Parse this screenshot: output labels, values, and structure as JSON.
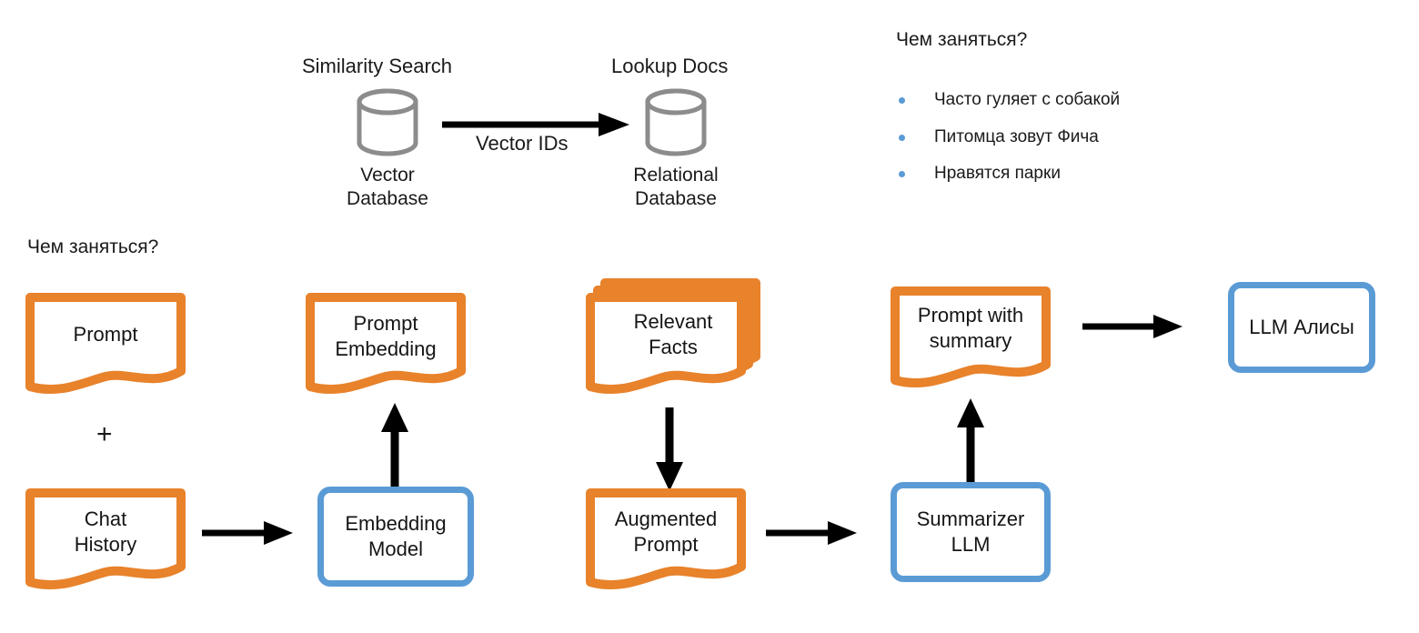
{
  "diagram": {
    "title": "RAG pipeline with summarizer",
    "colors": {
      "orange": "#E8822B",
      "blue": "#5B9BD5",
      "gray": "#8C8C8C",
      "arrow": "#000000",
      "text": "#1A1A1A"
    }
  },
  "retrieval": {
    "similarity_search_label": "Similarity Search",
    "lookup_docs_label": "Lookup Docs",
    "vector_db_caption_line1": "Vector",
    "vector_db_caption_line2": "Database",
    "relational_db_caption_line1": "Relational",
    "relational_db_caption_line2": "Database",
    "arrow_label": "Vector IDs",
    "vector_db_icon": "database-cylinder-icon",
    "relational_db_icon": "database-cylinder-icon"
  },
  "facts_panel": {
    "question": "Чем заняться?",
    "bullets": [
      "Часто гуляет с собакой",
      "Питомца зовут Фича",
      "Нравятся парки"
    ]
  },
  "pipeline": {
    "user_question": "Чем заняться?",
    "plus_symbol": "+",
    "nodes": {
      "prompt": "Prompt",
      "chat_history_line1": "Chat",
      "chat_history_line2": "History",
      "embedding_model_line1": "Embedding",
      "embedding_model_line2": "Model",
      "prompt_embedding_line1": "Prompt",
      "prompt_embedding_line2": "Embedding",
      "relevant_facts_line1": "Relevant",
      "relevant_facts_line2": "Facts",
      "augmented_prompt_line1": "Augmented",
      "augmented_prompt_line2": "Prompt",
      "summarizer_llm_line1": "Summarizer",
      "summarizer_llm_line2": "LLM",
      "prompt_with_summary_line1": "Prompt with",
      "prompt_with_summary_line2": "summary",
      "alice_llm": "LLM Алисы"
    }
  }
}
